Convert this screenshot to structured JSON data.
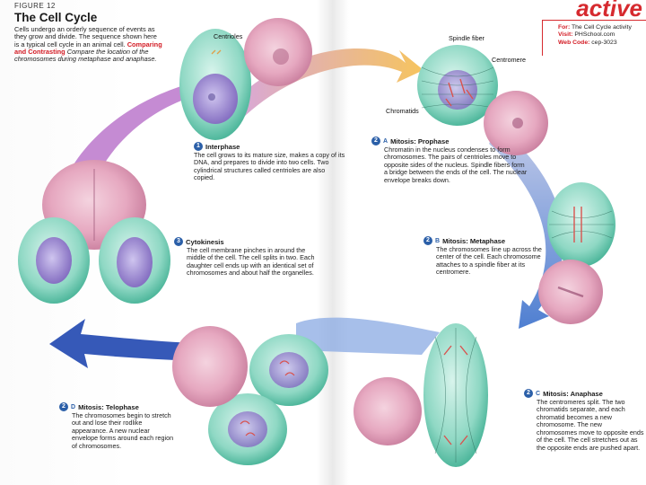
{
  "figure": {
    "label": "Figure 12",
    "title": "The Cell Cycle",
    "intro": "Cells undergo an orderly sequence of events as they grow and divide. The sequence shown here is a typical cell cycle in an animal cell.",
    "skill_label": "Comparing and Contrasting",
    "skill_prompt": "Compare the location of the chromosomes during metaphase and anaphase."
  },
  "labels": {
    "centrioles": "Centrioles",
    "spindle_fiber": "Spindle fiber",
    "centromere": "Centromere",
    "chromatids": "Chromatids"
  },
  "steps": {
    "interphase": {
      "num": "1",
      "title": "Interphase",
      "body": "The cell grows to its mature size, makes a copy of its DNA, and prepares to divide into two cells. Two cylindrical structures called centrioles are also copied."
    },
    "prophase": {
      "num": "2",
      "sub": "A",
      "title": "Mitosis: Prophase",
      "body": "Chromatin in the nucleus condenses to form chromosomes. The pairs of centrioles move to opposite sides of the nucleus. Spindle fibers form a bridge between the ends of the cell. The nuclear envelope breaks down."
    },
    "metaphase": {
      "num": "2",
      "sub": "B",
      "title": "Mitosis: Metaphase",
      "body": "The chromosomes line up across the center of the cell. Each chromosome attaches to a spindle fiber at its centromere."
    },
    "anaphase": {
      "num": "2",
      "sub": "C",
      "title": "Mitosis: Anaphase",
      "body": "The centromeres split. The two chromatids separate, and each chromatid becomes a new chromosome. The new chromosomes move to opposite ends of the cell. The cell stretches out as the opposite ends are pushed apart."
    },
    "telophase": {
      "num": "2",
      "sub": "D",
      "title": "Mitosis: Telophase",
      "body": "The chromosomes begin to stretch out and lose their rodlike appearance. A new nuclear envelope forms around each region of chromosomes."
    },
    "cytokinesis": {
      "num": "3",
      "title": "Cytokinesis",
      "body": "The cell membrane pinches in around the middle of the cell. The cell splits in two. Each daughter cell ends up with an identical set of chromosomes and about half the organelles."
    }
  },
  "web": {
    "brand": "active",
    "for_label": "For:",
    "for_value": "The Cell Cycle activity",
    "visit_label": "Visit:",
    "visit_value": "PHSchool.com",
    "code_label": "Web Code:",
    "code_value": "cep-3023"
  },
  "colors": {
    "arrow_orange": "#f6c45e",
    "arrow_purple": "#c58bd3",
    "arrow_blue": "#4f7fd1",
    "arrow_dark_blue": "#3659b8",
    "cell_teal": "#8fd8c4",
    "micrograph_pink": "#e6a8c0",
    "nucleus_purple": "#8a75c4",
    "step_number_blue": "#2b5fa8",
    "skill_red": "#d31b24"
  }
}
